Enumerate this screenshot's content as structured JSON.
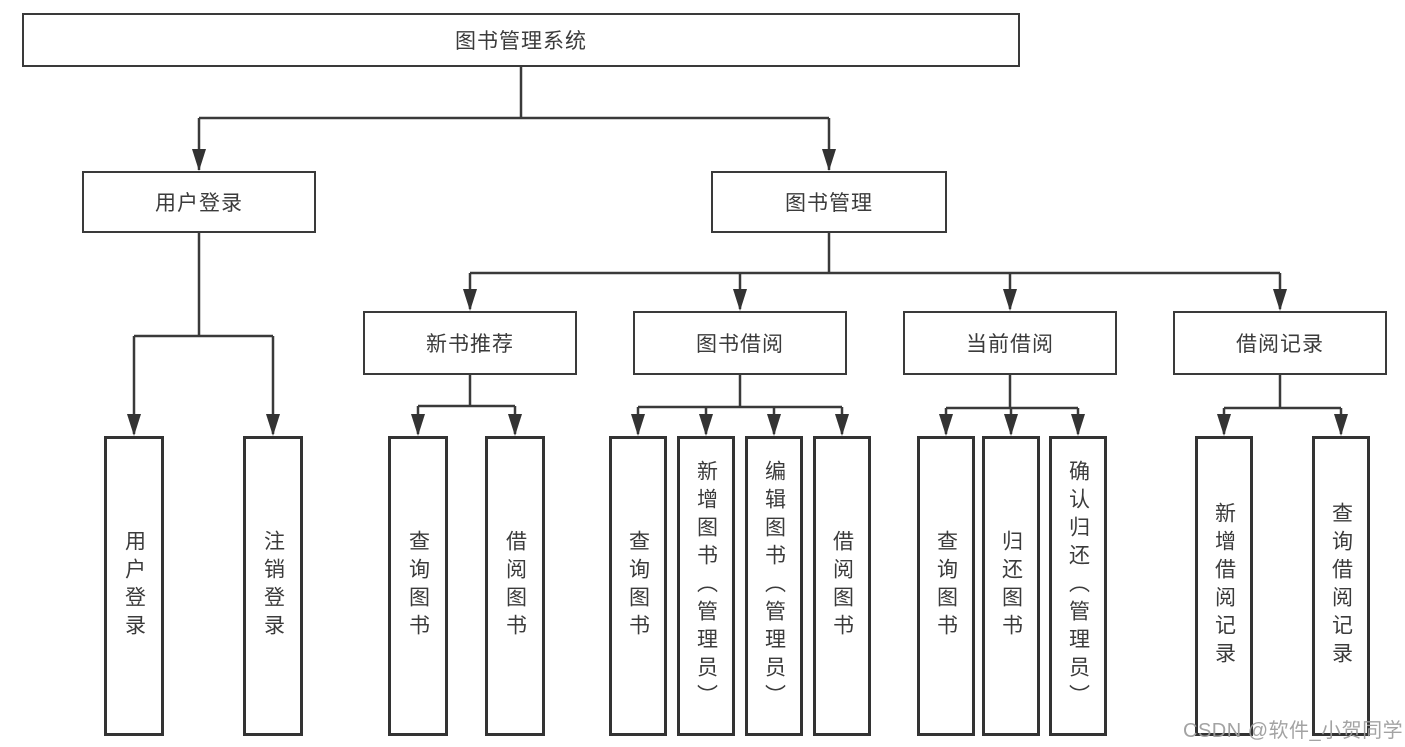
{
  "diagram": {
    "title_node": {
      "label": "图书管理系统"
    },
    "level2": {
      "user_login": {
        "label": "用户登录"
      },
      "book_mgmt": {
        "label": "图书管理"
      }
    },
    "level3": {
      "new_book_rec": {
        "label": "新书推荐"
      },
      "book_borrow": {
        "label": "图书借阅"
      },
      "current_borrow": {
        "label": "当前借阅"
      },
      "borrow_records": {
        "label": "借阅记录"
      }
    },
    "leaves": {
      "user_login": {
        "label": "用户登录"
      },
      "logout": {
        "label": "注销登录"
      },
      "nb_query": {
        "label": "查询图书"
      },
      "nb_borrow": {
        "label": "借阅图书"
      },
      "bb_query": {
        "label": "查询图书"
      },
      "bb_add": {
        "label": "新增图书（管理员）"
      },
      "bb_edit": {
        "label": "编辑图书（管理员）"
      },
      "bb_borrow": {
        "label": "借阅图书"
      },
      "cb_query": {
        "label": "查询图书"
      },
      "cb_return": {
        "label": "归还图书"
      },
      "cb_confirm": {
        "label": "确认归还（管理员）"
      },
      "br_add": {
        "label": "新增借阅记录"
      },
      "br_query": {
        "label": "查询借阅记录"
      }
    },
    "colors": {
      "line": "#3a3a3a",
      "box_border": "#3a3a3a",
      "text": "#3b3b3b",
      "watermark": "#9e9e9e",
      "background": "#ffffff"
    }
  },
  "watermark": {
    "text": "CSDN @软件_小贺同学"
  }
}
